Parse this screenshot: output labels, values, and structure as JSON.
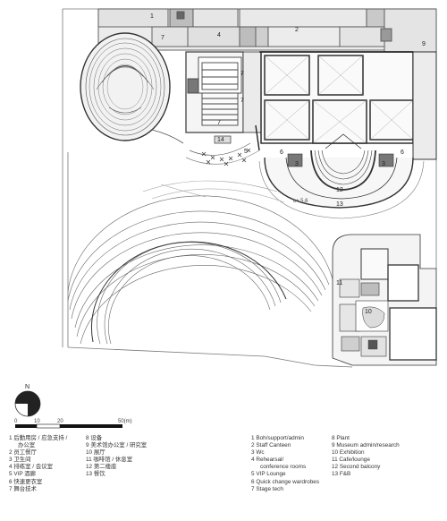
{
  "diagram": {
    "room_numbers": {
      "boh_top": "1",
      "canteen": "2",
      "wc": "3",
      "rehearsal": "4",
      "vip": "5",
      "quick_change": "6",
      "stage_tech": "7",
      "museum_admin": "9",
      "exhibition": "10",
      "cafe": "11",
      "balcony": "12",
      "fnb": "13",
      "cafe_rooms": "14"
    },
    "dimension_label": "c+ 5.6",
    "compass_label": "N",
    "scale_ticks": [
      "0",
      "10",
      "20"
    ],
    "scale_end": "50(m)"
  },
  "legend_cn": {
    "col1": [
      {
        "text": "1  后勤用房 / 应急支持 /",
        "indent": false
      },
      {
        "text": "办公室",
        "indent": true
      },
      {
        "text": "2  员工餐厅",
        "indent": false
      },
      {
        "text": "3  卫生间",
        "indent": false
      },
      {
        "text": "4  排练室 / 会议室",
        "indent": false
      },
      {
        "text": "5  VIP 酒廊",
        "indent": false
      },
      {
        "text": "6  快速更衣室",
        "indent": false
      },
      {
        "text": "7  舞台技术",
        "indent": false
      }
    ],
    "col2": [
      {
        "text": "8  设备",
        "indent": false
      },
      {
        "text": "9  美术馆办公室 / 研究室",
        "indent": false
      },
      {
        "text": "10 展厅",
        "indent": false
      },
      {
        "text": "11 咖啡馆 / 休息室",
        "indent": false
      },
      {
        "text": "12 第二楼座",
        "indent": false
      },
      {
        "text": "13 餐饮",
        "indent": false
      }
    ]
  },
  "legend_en": {
    "col1": [
      {
        "text": "1  Boh/support/admin",
        "indent": false
      },
      {
        "text": "2  Staff Canteen",
        "indent": false
      },
      {
        "text": "3  Wc",
        "indent": false
      },
      {
        "text": "4  Rehearsal/",
        "indent": false
      },
      {
        "text": "conference rooms",
        "indent": true
      },
      {
        "text": "5  VIP Lounge",
        "indent": false
      },
      {
        "text": "6  Quick change wardrobes",
        "indent": false
      },
      {
        "text": "7  Stage tech",
        "indent": false
      }
    ],
    "col2": [
      {
        "text": "8  Plant",
        "indent": false
      },
      {
        "text": "9  Museum admin/research",
        "indent": false
      },
      {
        "text": "10 Exhibition",
        "indent": false
      },
      {
        "text": "11 Cafe/lounge",
        "indent": false
      },
      {
        "text": "12 Second balcony",
        "indent": false
      },
      {
        "text": "13 F&B",
        "indent": false
      }
    ]
  }
}
